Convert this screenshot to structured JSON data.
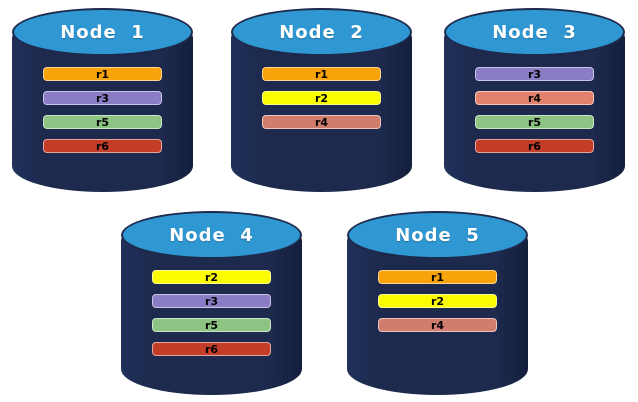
{
  "diagram": {
    "title": "database-nodes-replica-placement",
    "palette": {
      "cylinder_body": "#1d2a4d",
      "cylinder_top": "#2f97d2",
      "title_text": "#ffffff",
      "bar_text": "#000000",
      "r1": "#f9a30b",
      "r2": "#fbfb02",
      "r3": "#8a7cc5",
      "r4": "#d5806e",
      "r5": "#8ec483",
      "r6": "#c43d28"
    }
  },
  "nodes": [
    {
      "title": "Node  1",
      "bars": [
        {
          "label": "r1",
          "color": "#f9a30b"
        },
        {
          "label": "r3",
          "color": "#8a7cc5"
        },
        {
          "label": "r5",
          "color": "#8ec483"
        },
        {
          "label": "r6",
          "color": "#c43d28"
        }
      ]
    },
    {
      "title": "Node  2",
      "bars": [
        {
          "label": "r1",
          "color": "#f9a30b"
        },
        {
          "label": "r2",
          "color": "#fbfb02"
        },
        {
          "label": "r4",
          "color": "#d07d6d"
        }
      ]
    },
    {
      "title": "Node  3",
      "bars": [
        {
          "label": "r3",
          "color": "#8a7cc5"
        },
        {
          "label": "r4",
          "color": "#e2826e"
        },
        {
          "label": "r5",
          "color": "#8ec483"
        },
        {
          "label": "r6",
          "color": "#c43d28"
        }
      ]
    },
    {
      "title": "Node  4",
      "bars": [
        {
          "label": "r2",
          "color": "#fbfb02"
        },
        {
          "label": "r3",
          "color": "#8a7cc5"
        },
        {
          "label": "r5",
          "color": "#8ec483"
        },
        {
          "label": "r6",
          "color": "#c43d28"
        }
      ]
    },
    {
      "title": "Node  5",
      "bars": [
        {
          "label": "r1",
          "color": "#f9a30b"
        },
        {
          "label": "r2",
          "color": "#fbfb02"
        },
        {
          "label": "r4",
          "color": "#d07d6d"
        }
      ]
    }
  ]
}
